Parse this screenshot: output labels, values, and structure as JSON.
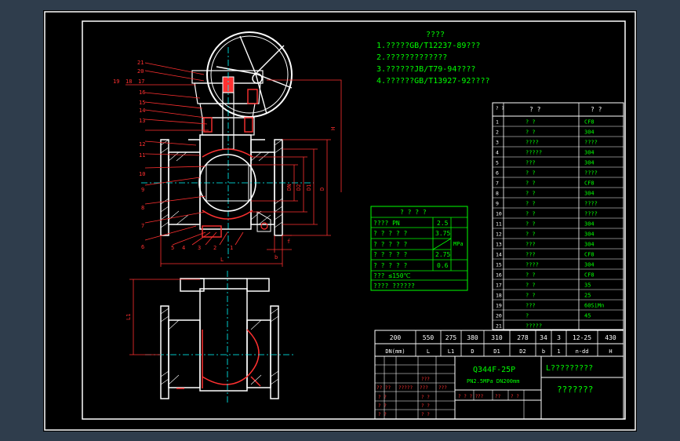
{
  "notes": {
    "title": "????",
    "lines": [
      "1.?????GB/T12237-89???",
      "2.?????????????",
      "3.??????JB/T79-94????",
      "4.??????GB/T13927-92????"
    ]
  },
  "parts_table": {
    "header": [
      "?\n?",
      "?   ?",
      "?  ?"
    ],
    "rows": [
      [
        "1",
        "? ?",
        "CF8"
      ],
      [
        "2",
        "? ?",
        "304"
      ],
      [
        "3",
        "????",
        "????"
      ],
      [
        "4",
        "?????",
        "304"
      ],
      [
        "5",
        "???",
        "304"
      ],
      [
        "6",
        "? ?",
        "????"
      ],
      [
        "7",
        "? ?",
        "CF8"
      ],
      [
        "8",
        "? ?",
        "304"
      ],
      [
        "9",
        "? ?",
        "????"
      ],
      [
        "10",
        "? ?",
        "????"
      ],
      [
        "11",
        "? ?",
        "304"
      ],
      [
        "12",
        "? ?",
        "304"
      ],
      [
        "13",
        "???",
        "304"
      ],
      [
        "14",
        "???",
        "CF8"
      ],
      [
        "15",
        "????",
        "304"
      ],
      [
        "16",
        "? ?",
        "CF8"
      ],
      [
        "17",
        "? ?",
        "35"
      ],
      [
        "18",
        "? ?",
        "25"
      ],
      [
        "19",
        "???",
        "60SiMn"
      ],
      [
        "20",
        "?",
        "45"
      ],
      [
        "21",
        "?????",
        ""
      ]
    ]
  },
  "perf_table": {
    "title": "? ? ? ?",
    "rows": [
      [
        "???? PN",
        "2.5"
      ],
      [
        "? ? ? ? ?",
        "3.75"
      ],
      [
        "? ? ? ? ?",
        ""
      ],
      [
        "? ? ? ? ?",
        "2.75"
      ],
      [
        "? ? ? ? ?",
        "0.6"
      ]
    ],
    "unit": "MPa",
    "temp": "???   ≤150℃",
    "medium": "????   ??????"
  },
  "dim_table": {
    "values": [
      "200",
      "550",
      "275",
      "380",
      "310",
      "278",
      "34",
      "3",
      "12-25",
      "430"
    ],
    "labels": [
      "DN(mm)",
      "L",
      "L1",
      "D",
      "D1",
      "D2",
      "b",
      "1",
      "n-dd",
      "H"
    ]
  },
  "title_block": {
    "model": "Q344F-25P",
    "spec": "PN2.5MPa  DN200mm",
    "drawing_no": "L?????????",
    "name": "???????",
    "sub_labels": [
      "?? ??",
      "?????",
      "???",
      "???"
    ],
    "left_labels": [
      "? ?",
      "? ?",
      "? ?",
      "? ?"
    ],
    "mid_labels": [
      "???",
      "? ?",
      "? ?",
      "? ?",
      "? ?"
    ],
    "scale_row": [
      "? ? ? ?",
      "??",
      "??",
      "? ?"
    ]
  },
  "view_labels": {
    "leader_numbers": [
      "21",
      "20",
      "19",
      "18",
      "17",
      "16",
      "15",
      "14",
      "13",
      "12",
      "11",
      "10",
      "9",
      "8",
      "7",
      "6",
      "5",
      "4",
      "3",
      "2",
      "1"
    ],
    "dims": [
      "H",
      "D",
      "D1",
      "D2",
      "DN",
      "L",
      "b",
      "f",
      "L1"
    ]
  }
}
